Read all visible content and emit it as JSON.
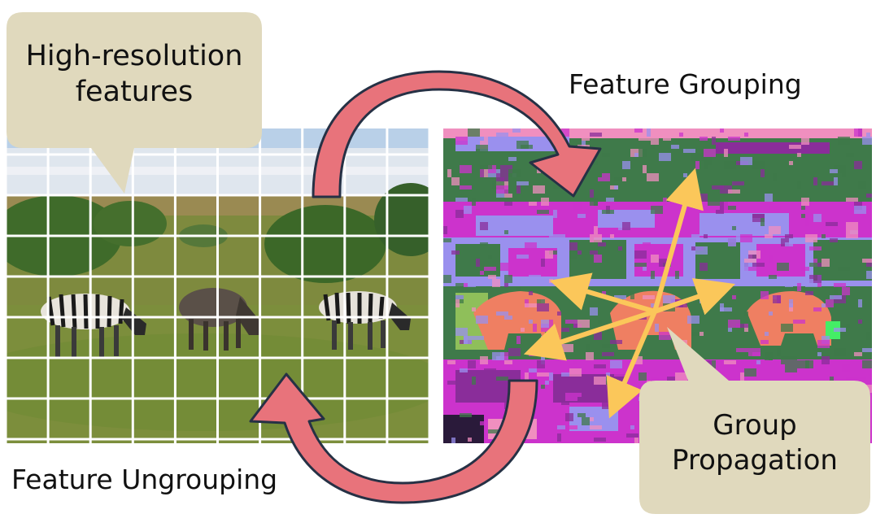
{
  "labels": {
    "high_res_line1": "High-resolution",
    "high_res_line2": "features",
    "feature_grouping": "Feature Grouping",
    "feature_ungrouping": "Feature Ungrouping",
    "group_line1": "Group",
    "group_line2": "Propagation"
  },
  "colors": {
    "bubble_fill": "#e0d9bd",
    "arrow_fill": "#e8737b",
    "arrow_stroke": "#263145",
    "propagation_arrows": "#fbc75a",
    "grid_lines": "#ffffff",
    "segment_green": "#3f7a4a",
    "segment_magenta": "#cc33cc",
    "segment_lavender": "#9a90ee",
    "segment_salmon": "#ef7f62",
    "segment_pink": "#f08fbf",
    "segment_violet": "#8a2d9a"
  },
  "icons": {
    "left_image": "savanna-photo-with-zebras-and-wildebeest",
    "right_image": "segmentation-map",
    "top_arrow": "curved-arrow-right",
    "bottom_arrow": "curved-arrow-left",
    "star": "propagation-arrows"
  }
}
